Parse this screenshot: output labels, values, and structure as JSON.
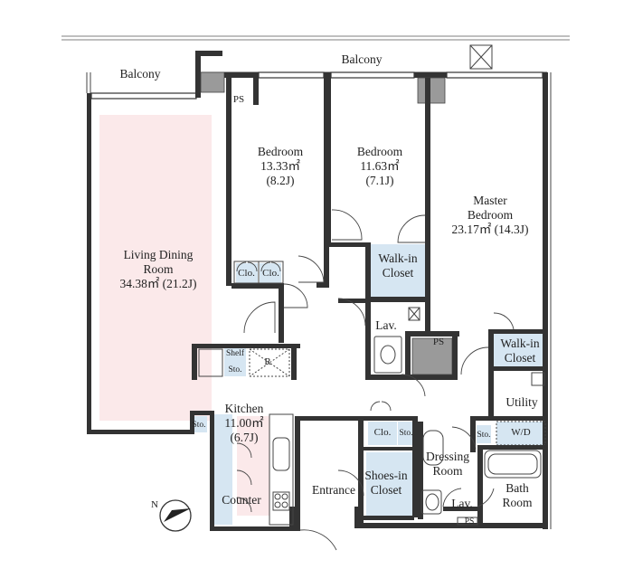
{
  "rooms": {
    "balcony_left": "Balcony",
    "balcony_top": "Balcony",
    "living": {
      "name1": "Living Dining",
      "name2": "Room",
      "area": "34.38㎡ (21.2J)"
    },
    "bedroom1": {
      "name": "Bedroom",
      "area": "13.33㎡",
      "j": "(8.2J)"
    },
    "bedroom2": {
      "name": "Bedroom",
      "area": "11.63㎡",
      "j": "(7.1J)"
    },
    "master": {
      "name1": "Master",
      "name2": "Bedroom",
      "area": "23.17㎡ (14.3J)"
    },
    "walkin1": {
      "l1": "Walk-in",
      "l2": "Closet"
    },
    "walkin2": {
      "l1": "Walk-in",
      "l2": "Closet"
    },
    "kitchen": {
      "name": "Kitchen",
      "area": "11.00㎡",
      "j": "(6.7J)"
    },
    "counter": "Counter",
    "entrance": "Entrance",
    "shoes": {
      "l1": "Shoes-in",
      "l2": "Closet"
    },
    "dressing": {
      "l1": "Dressing",
      "l2": "Room"
    },
    "bath": {
      "l1": "Bath",
      "l2": "Room"
    },
    "lav1": "Lav.",
    "lav2": "Lav.",
    "utility": "Utility",
    "wd": "W/D",
    "clo1": "Clo.",
    "clo2": "Clo.",
    "clo3": "Clo.",
    "sto1": "Sto.",
    "sto2": "Sto.",
    "sto3": "Sto.",
    "sto4": "Sto.",
    "shelf": "Shelf",
    "fridge": "R",
    "ps1": "PS",
    "ps2": "PS",
    "ps3": "PS"
  },
  "compass": "N",
  "colors": {
    "living_fill": "#fbe9ea",
    "closet_fill": "#d6e6f2",
    "kitchen_fill": "#fbe9ea",
    "wall": "#333333"
  }
}
